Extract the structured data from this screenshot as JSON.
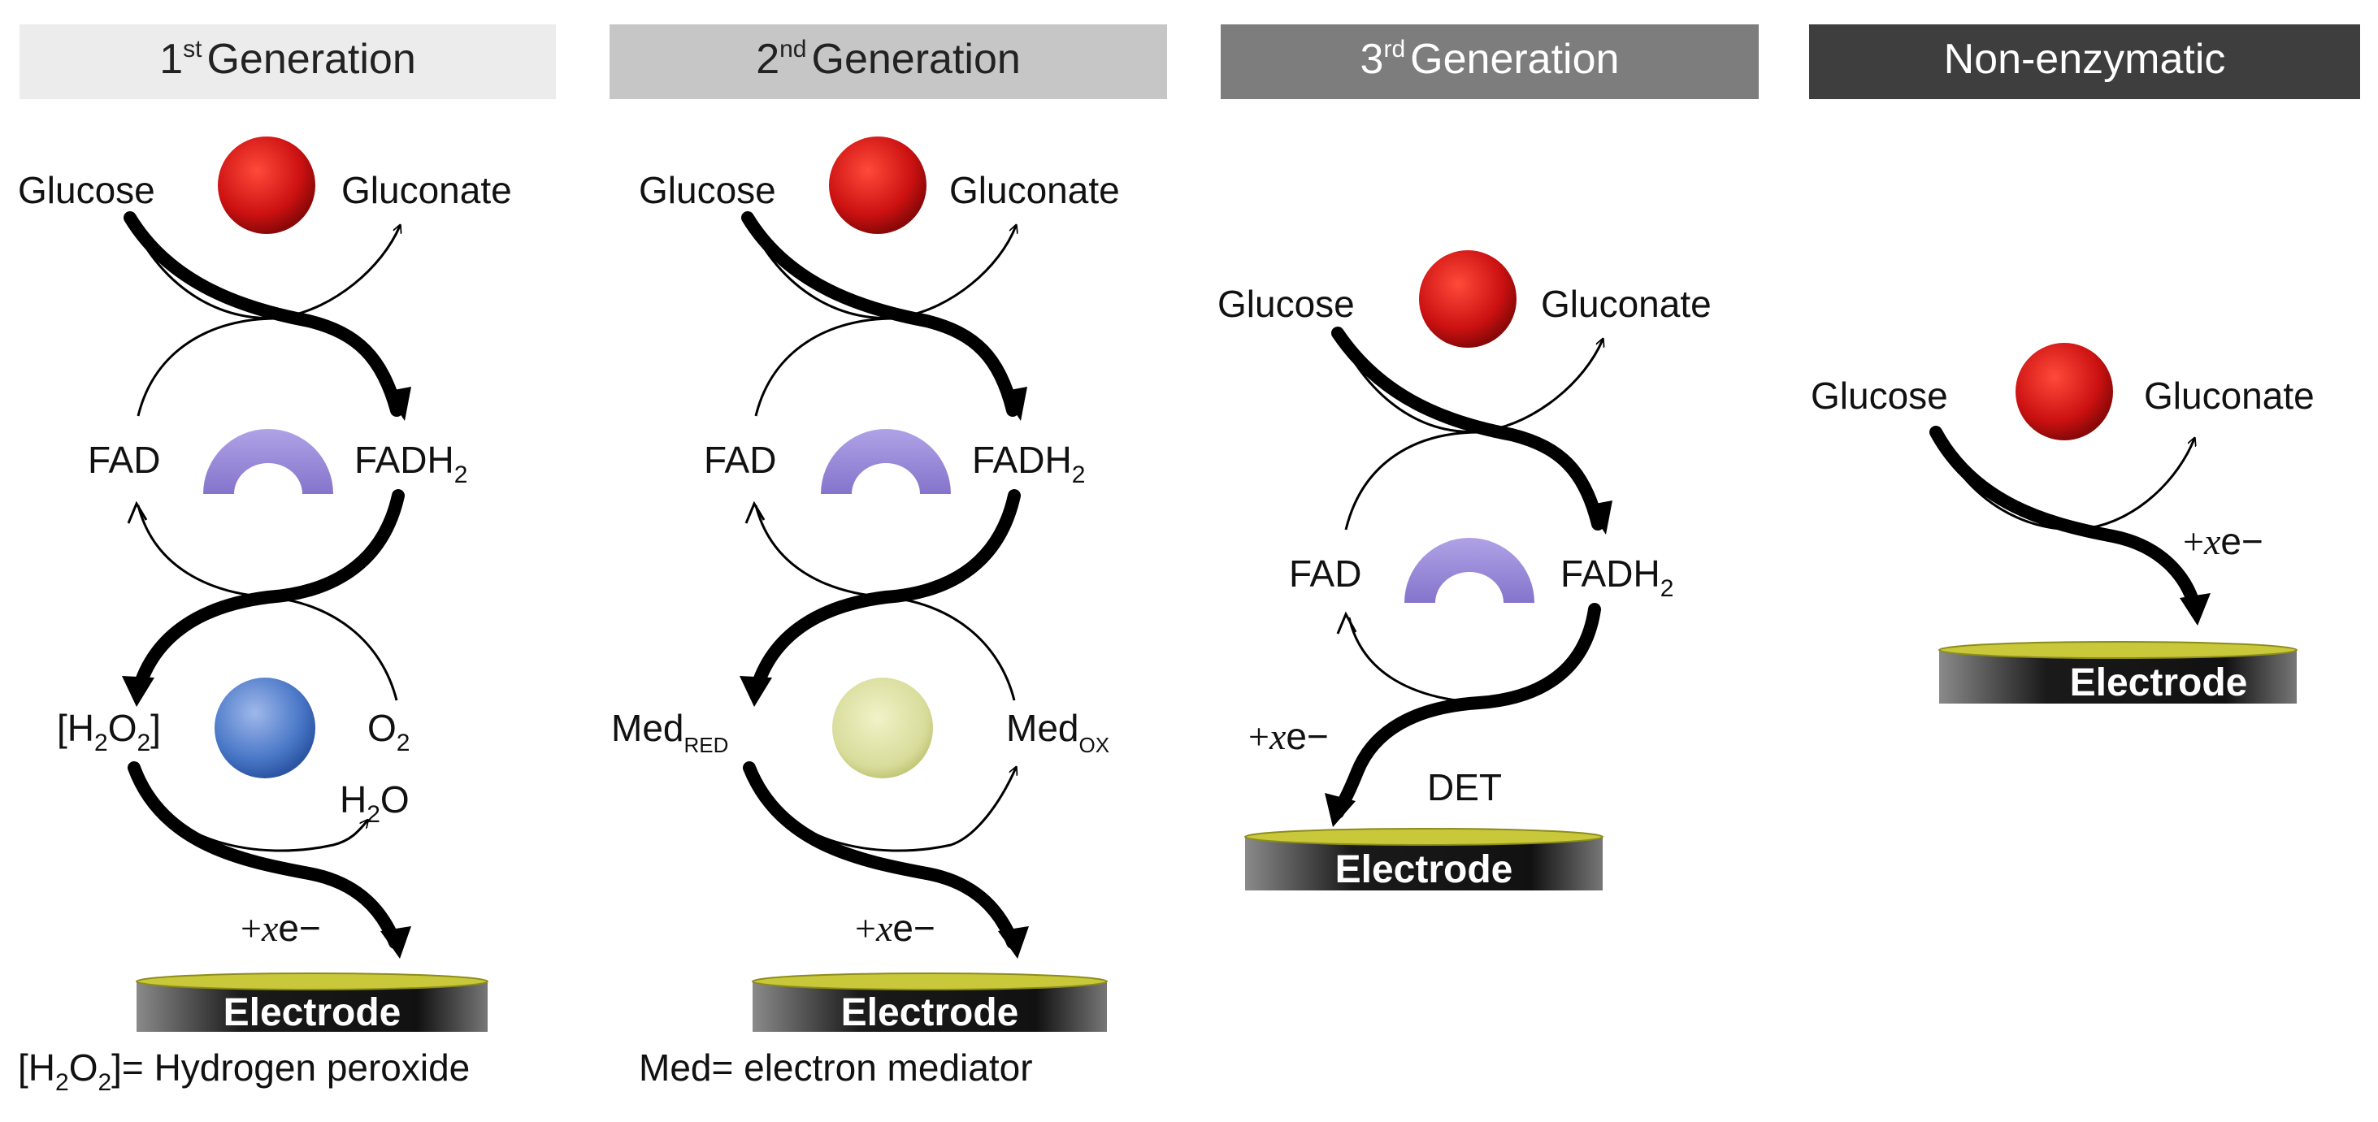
{
  "headers": {
    "gen1": {
      "num": "1",
      "sup": "st",
      "word": "Generation",
      "bg": "#ececec",
      "fg": "#222222"
    },
    "gen2": {
      "num": "2",
      "sup": "nd",
      "word": "Generation",
      "bg": "#c6c6c6",
      "fg": "#222222"
    },
    "gen3": {
      "num": "3",
      "sup": "rd",
      "word": "Generation",
      "bg": "#7d7d7d",
      "fg": "#ffffff"
    },
    "gen4": {
      "text": "Non-enzymatic",
      "bg": "#3e3e3e",
      "fg": "#ffffff"
    }
  },
  "labels": {
    "glucose": "Glucose",
    "gluconate": "Gluconate",
    "fad": "FAD",
    "fadh_base": "FADH",
    "fadh_sub": "2",
    "h2o2_open": "[H",
    "h2o2_sub1": "2",
    "h2o2_o": "O",
    "h2o2_sub2": "2",
    "h2o2_close": "]",
    "o2_base": "O",
    "o2_sub": "2",
    "h2o_h": "H",
    "h2o_sub": "2",
    "h2o_o": "O",
    "med_base": "Med",
    "med_red_sub": "RED",
    "med_ox_sub": "OX",
    "electron_plus": "+",
    "electron_x": "x",
    "electron_e": "e−",
    "det": "DET",
    "electrode": "Electrode"
  },
  "footnotes": {
    "gen1": {
      "open": "[H",
      "sub1": "2",
      "o": "O",
      "sub2": "2",
      "rest": "]= Hydrogen peroxide"
    },
    "gen2": "Med= electron mediator"
  },
  "colors": {
    "glucose_oxidase_particle": "#cc1111",
    "enzyme": "#9a8ad8",
    "h2o2_particle": "#4a78c8",
    "mediator_particle": "#d8dc9a",
    "electrode_top": "#c8c83a",
    "electrode_body": "#1a1a1a"
  }
}
